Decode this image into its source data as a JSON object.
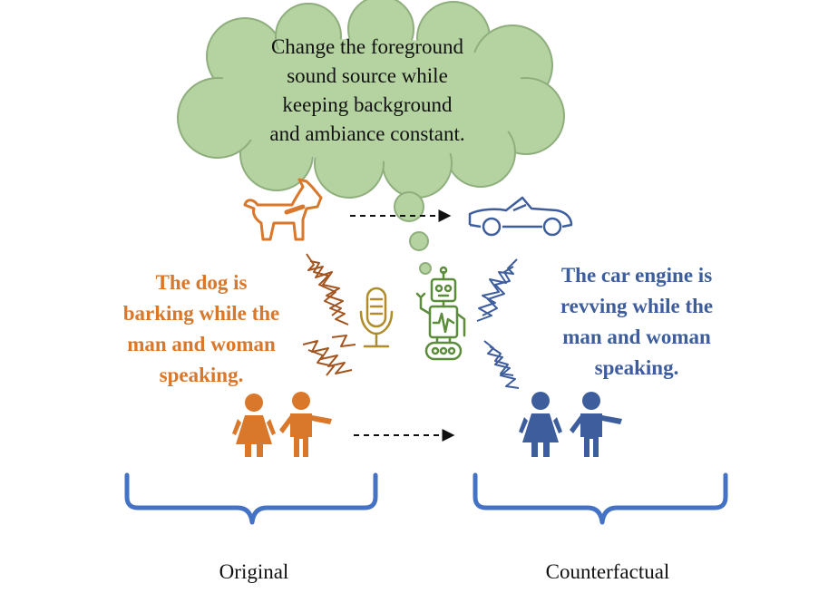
{
  "cloud": {
    "lines": [
      "Change the foreground",
      "sound source while",
      "keeping background",
      "and ambiance constant."
    ]
  },
  "original": {
    "caption_lines": [
      "The dog is",
      "barking while the",
      "man and woman",
      "speaking."
    ],
    "label": "Original"
  },
  "counterfactual": {
    "caption_lines": [
      "The car engine is",
      "revving while the",
      "man and woman",
      "speaking."
    ],
    "label": "Counterfactual"
  },
  "icons": [
    "dog-icon",
    "car-icon",
    "microphone-icon",
    "robot-icon",
    "people-icon",
    "sound-wave-icon",
    "dashed-arrow-icon",
    "brace-icon",
    "thought-cloud-icon"
  ],
  "colors": {
    "original": "#d9772b",
    "counterfactual": "#3d5d9c",
    "cloud_fill": "#b5d3a1",
    "cloud_stroke": "#8fae7d",
    "robot": "#5a8c3a",
    "microphone": "#b08c2a",
    "brace": "#4472c4"
  }
}
